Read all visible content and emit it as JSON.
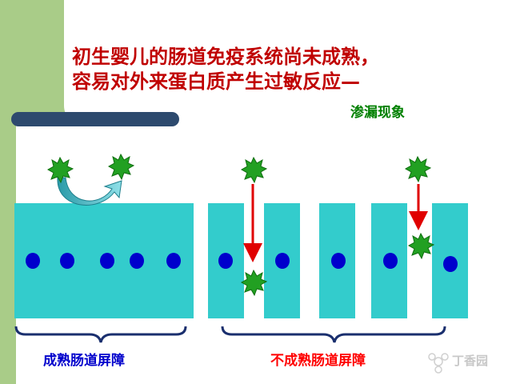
{
  "title": {
    "line1": "初生婴儿的肠道免疫系统尚未成熟，",
    "line2": "容易对外来蛋白质产生过敏反应—"
  },
  "subtitle": "渗漏现象",
  "labels": {
    "mature": "成熟肠道屏障",
    "immature": "不成熟肠道屏障"
  },
  "watermark": "丁香园",
  "colors": {
    "title": "#c00000",
    "subtitle": "#008000",
    "block": "#33cccc",
    "dot": "#0000cc",
    "allergen": "#22a022",
    "arrow": "#e00000",
    "brace": "#1a2f6e",
    "band": "#a9cc88"
  }
}
